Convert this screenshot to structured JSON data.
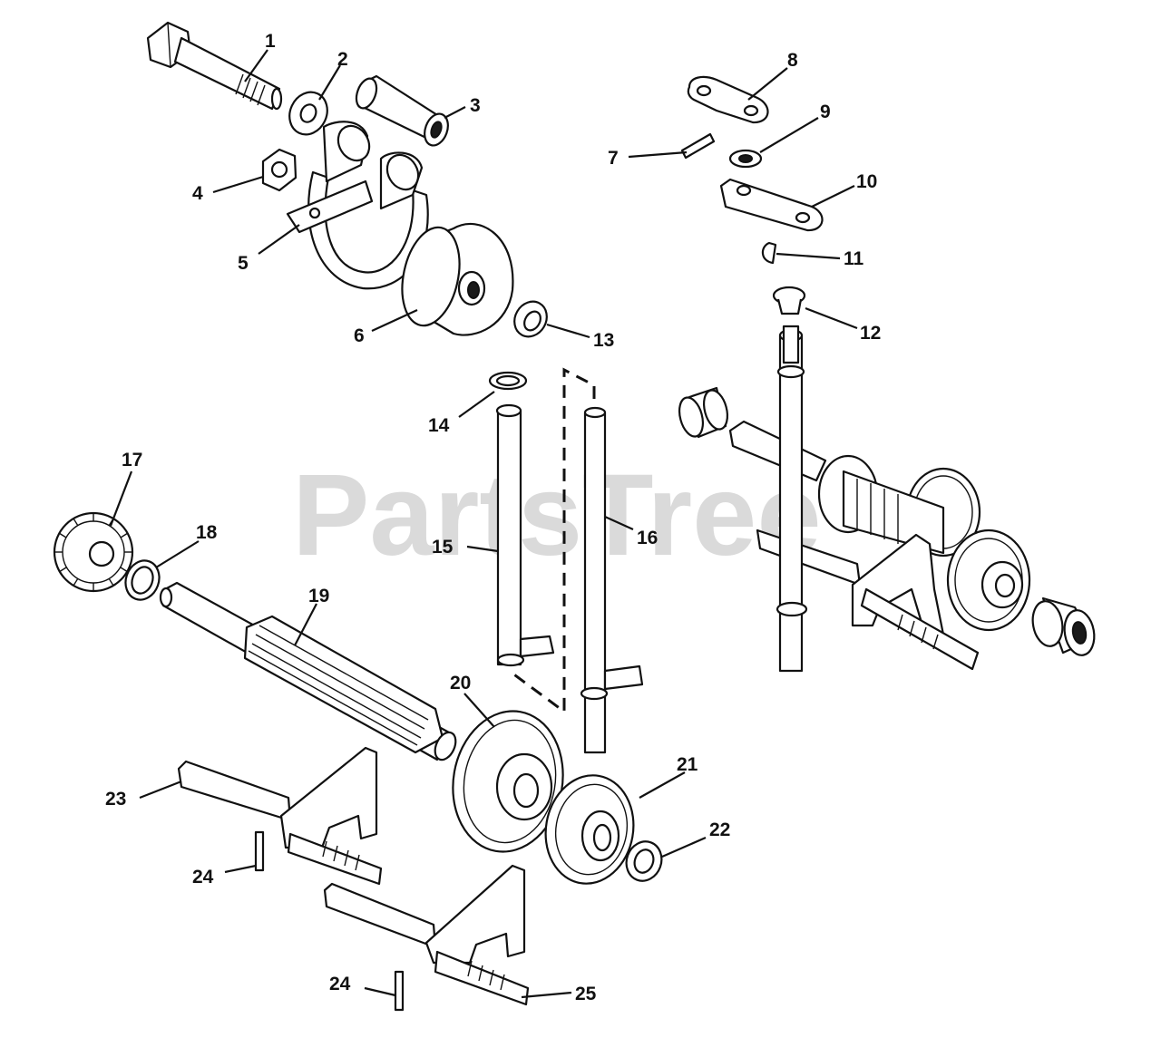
{
  "watermark": "PartsTree",
  "callouts": [
    {
      "id": "c1",
      "label": "1"
    },
    {
      "id": "c2",
      "label": "2"
    },
    {
      "id": "c3",
      "label": "3"
    },
    {
      "id": "c4",
      "label": "4"
    },
    {
      "id": "c5",
      "label": "5"
    },
    {
      "id": "c6",
      "label": "6"
    },
    {
      "id": "c7",
      "label": "7"
    },
    {
      "id": "c8",
      "label": "8"
    },
    {
      "id": "c9",
      "label": "9"
    },
    {
      "id": "c10",
      "label": "10"
    },
    {
      "id": "c11",
      "label": "11"
    },
    {
      "id": "c12",
      "label": "12"
    },
    {
      "id": "c13",
      "label": "13"
    },
    {
      "id": "c14",
      "label": "14"
    },
    {
      "id": "c15",
      "label": "15"
    },
    {
      "id": "c16",
      "label": "16"
    },
    {
      "id": "c17",
      "label": "17"
    },
    {
      "id": "c18",
      "label": "18"
    },
    {
      "id": "c19",
      "label": "19"
    },
    {
      "id": "c20",
      "label": "20"
    },
    {
      "id": "c21",
      "label": "21"
    },
    {
      "id": "c22",
      "label": "22"
    },
    {
      "id": "c23",
      "label": "23"
    },
    {
      "id": "c24a",
      "label": "24"
    },
    {
      "id": "c24b",
      "label": "24"
    },
    {
      "id": "c25",
      "label": "25"
    }
  ]
}
